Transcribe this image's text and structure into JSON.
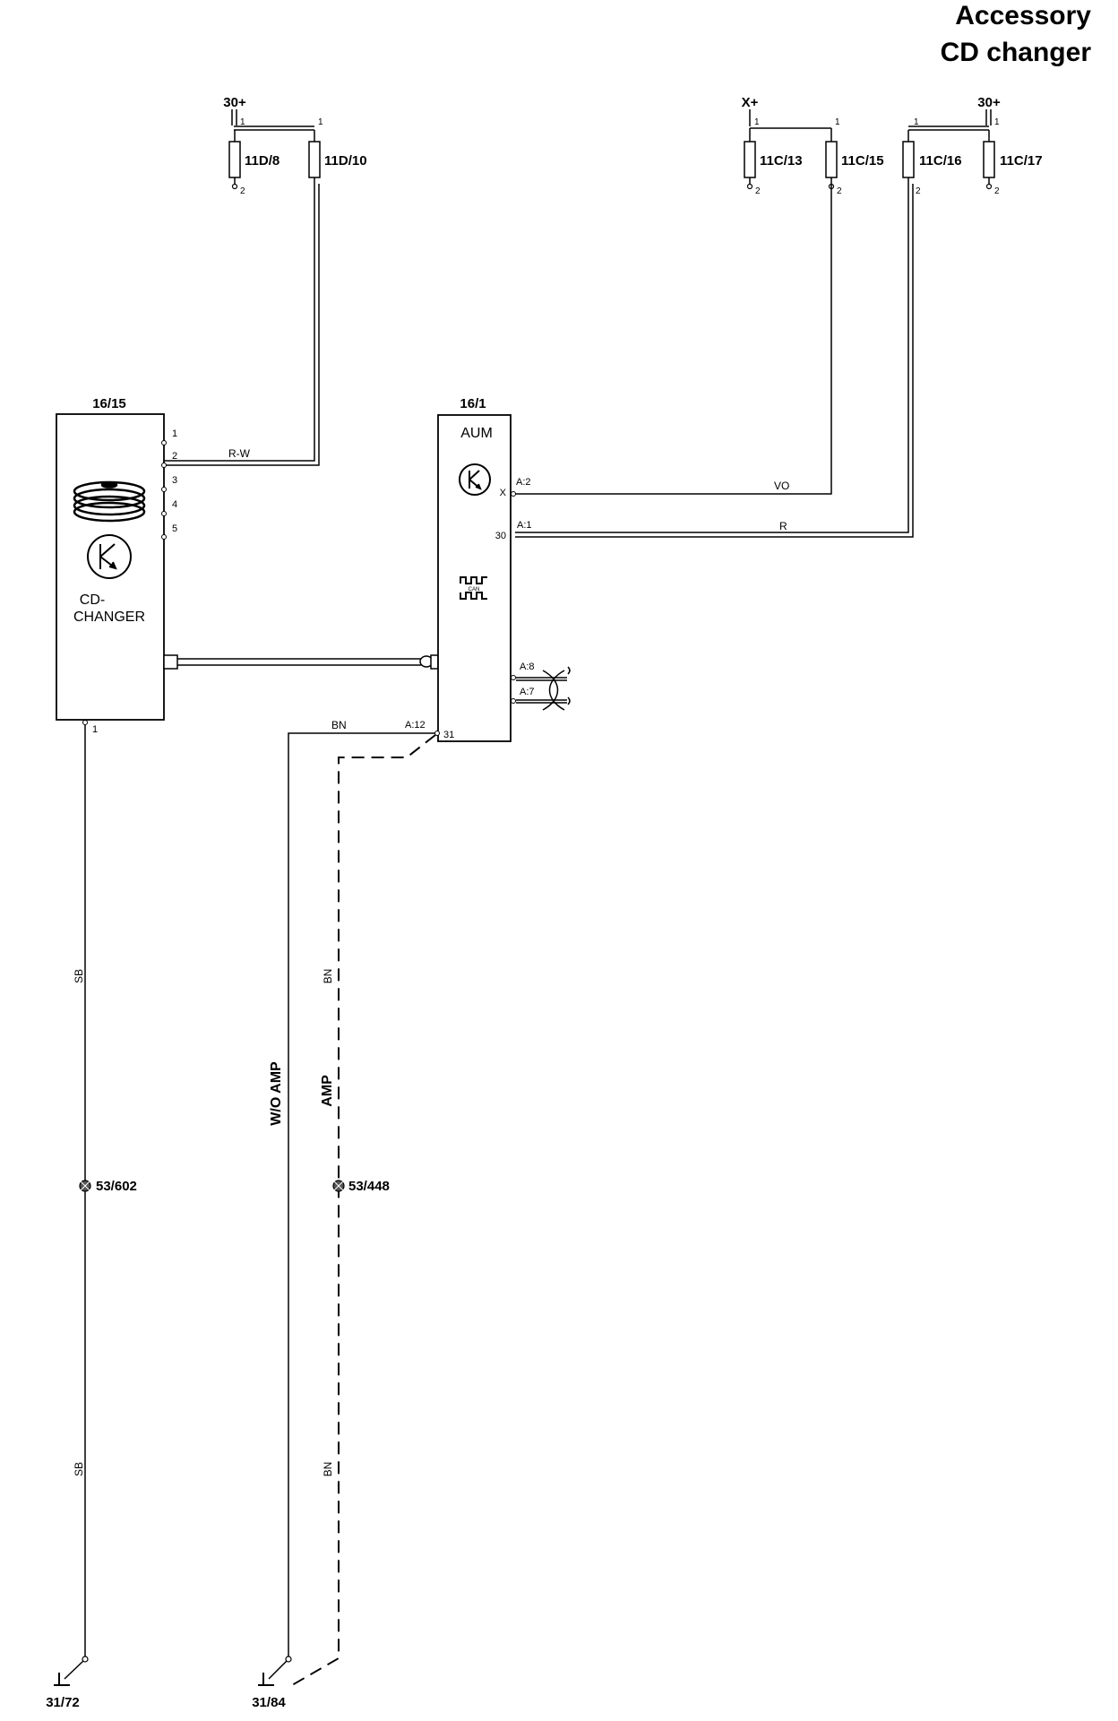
{
  "title": {
    "line1": "Accessory",
    "line2": "CD changer"
  },
  "supplies": {
    "left_30": "30+",
    "right_x": "X+",
    "right_30": "30+"
  },
  "fuses": [
    {
      "id": "11D/8",
      "pin_top": "1",
      "pin_bottom": "2"
    },
    {
      "id": "11D/10",
      "pin_top": "1",
      "pin_bottom": ""
    },
    {
      "id": "11C/13",
      "pin_top": "1",
      "pin_bottom": "2"
    },
    {
      "id": "11C/15",
      "pin_top": "1",
      "pin_bottom": "2"
    },
    {
      "id": "11C/16",
      "pin_top": "1",
      "pin_bottom": "2"
    },
    {
      "id": "11C/17",
      "pin_top": "1",
      "pin_bottom": "2"
    }
  ],
  "cd_changer": {
    "id": "16/15",
    "label_line1": "CD-",
    "label_line2": "CHANGER",
    "pins": [
      "1",
      "2",
      "3",
      "4",
      "5"
    ],
    "ground_pin": "1"
  },
  "aum": {
    "id": "16/1",
    "label": "AUM",
    "can_label": "CAN",
    "pins": {
      "x_conn": "A:2",
      "x_pin": "X",
      "p30_conn": "A:1",
      "p30_pin": "30",
      "a8": "A:8",
      "a7": "A:7",
      "gnd_conn": "A:12",
      "gnd_pin": "31"
    }
  },
  "wires": {
    "r_w": "R-W",
    "vo": "VO",
    "r": "R",
    "bn_top": "BN",
    "sb_1": "SB",
    "sb_2": "SB",
    "bn_1": "BN",
    "bn_2": "BN",
    "wo_amp": "W/O AMP",
    "amp": "AMP"
  },
  "splices": {
    "s1": "53/602",
    "s2": "53/448"
  },
  "grounds": {
    "g1": "31/72",
    "g2": "31/84"
  }
}
